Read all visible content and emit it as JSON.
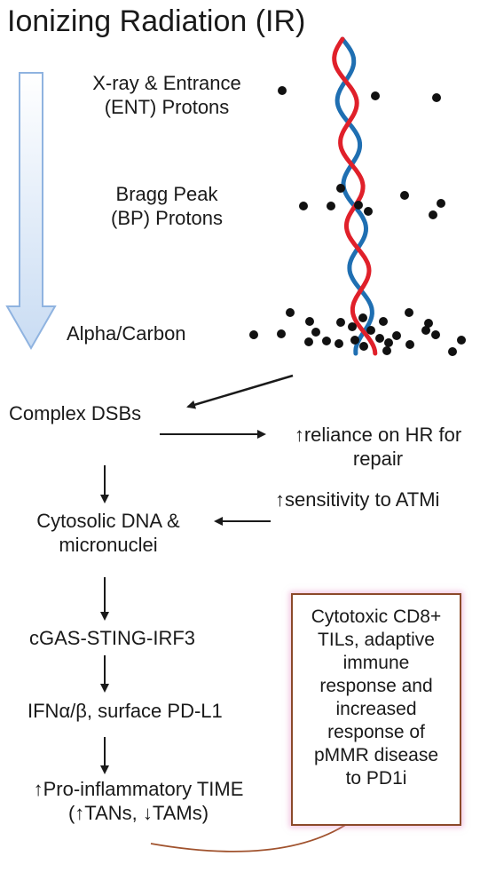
{
  "title": "Ionizing Radiation (IR)",
  "radiation_types": [
    {
      "line1": "X-ray & Entrance",
      "line2": "(ENT) Protons"
    },
    {
      "line1": "Bragg Peak",
      "line2": "(BP) Protons"
    },
    {
      "line1": "Alpha/Carbon",
      "line2": ""
    }
  ],
  "flow": {
    "complex_dsbs": "Complex DSBs",
    "hr_reliance_line1": "↑reliance on HR for",
    "hr_reliance_line2": "repair",
    "atmi_sensitivity": "↑sensitivity to ATMi",
    "cytosolic_line1": "Cytosolic DNA &",
    "cytosolic_line2": "micronuclei",
    "cgas": "cGAS-STING-IRF3",
    "ifn": "IFNα/β, surface PD-L1",
    "time_line1": "↑Pro-inflammatory TIME",
    "time_line2": "(↑TANs, ↓TAMs)"
  },
  "outcome_box": {
    "lines": [
      "Cytotoxic CD8+",
      "TILs, adaptive",
      "immune",
      "response and",
      "increased",
      "response of",
      "pMMR disease",
      "to PD1i"
    ]
  },
  "colors": {
    "dna_red": "#e0202a",
    "dna_blue": "#1f6fb2",
    "gradient_arrow_edge": "#8fb3e0",
    "box_border": "#8B4A2A",
    "box_glow": "#e696c8",
    "curved_arrow": "#a0522d"
  }
}
